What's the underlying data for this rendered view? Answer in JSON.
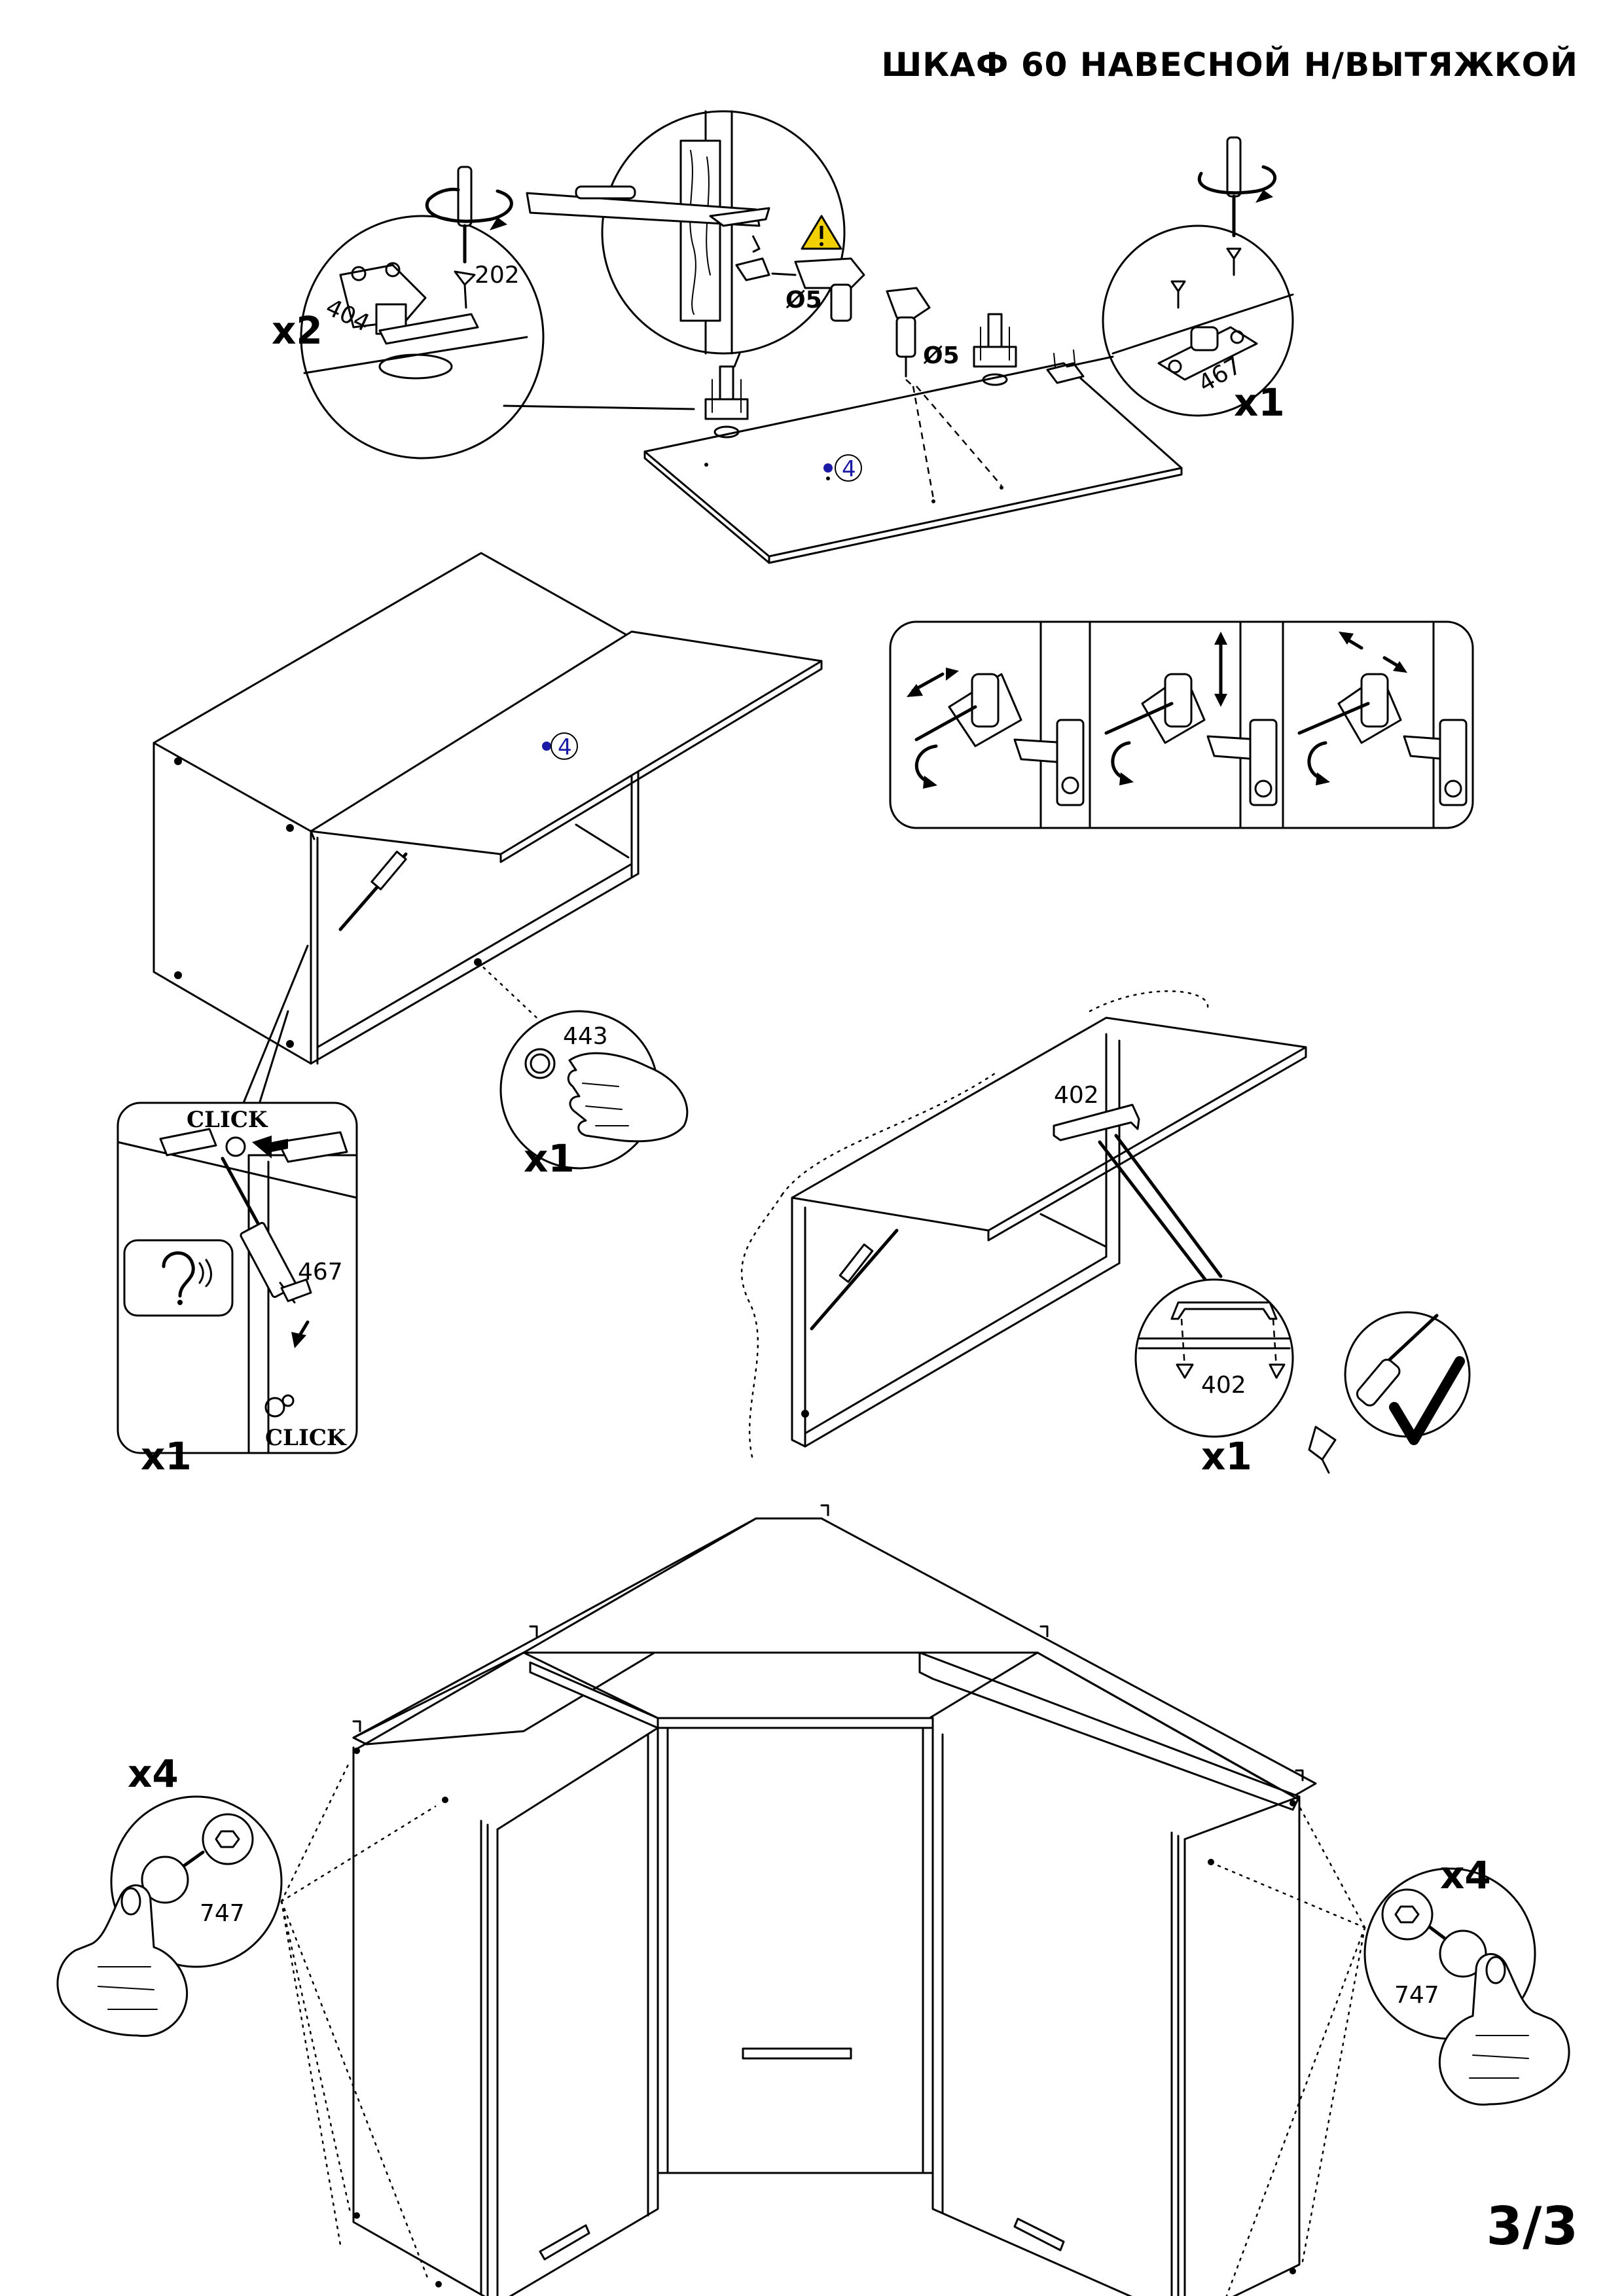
{
  "header": {
    "title": "ШКАФ 60 НАВЕСНОЙ Н/ВЫТЯЖКОЙ"
  },
  "page": {
    "number": "3/3"
  },
  "step1": {
    "hinge_qty": "x2",
    "hinge_part": "404",
    "screw_part": "202",
    "plate_part": "467",
    "plate_qty": "x1",
    "drill_size_a": "Ø5",
    "drill_size_b": "Ø5",
    "panel_part": "4"
  },
  "step2": {
    "panel_part": "4"
  },
  "step3": {
    "cap_part": "443",
    "cap_qty": "x1",
    "gas_lift_part": "467",
    "gas_lift_qty": "x1",
    "click_top": "CLICK",
    "click_bottom": "CLICK"
  },
  "step4": {
    "handle_part": "402",
    "handle_detail_part": "402",
    "handle_qty": "x1"
  },
  "step5": {
    "left_qty": "x4",
    "left_part": "747",
    "right_qty": "x4",
    "right_part": "747"
  },
  "colors": {
    "line": "#000000",
    "part_label": "#1a1aa6",
    "warning": "#f2d000",
    "background": "#ffffff"
  },
  "icons": [
    "rotate-arrow-icon",
    "screwdriver-icon",
    "drill-icon",
    "warning-icon",
    "ear-sound-icon",
    "checkmark-icon",
    "hand-icon"
  ]
}
